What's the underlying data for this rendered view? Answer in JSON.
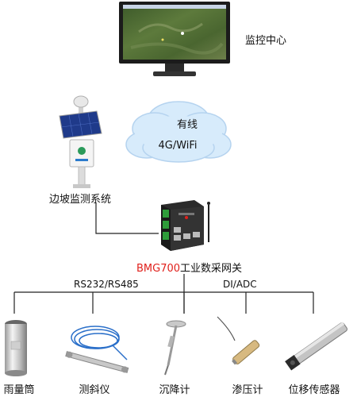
{
  "monitor_center": {
    "label": "监控中心"
  },
  "network": {
    "wired": "有线",
    "wireless": "4G/WiFi"
  },
  "slope_system": {
    "label": "边坡监测系统"
  },
  "gateway": {
    "model": "BMG700",
    "name": "工业数采网关"
  },
  "interfaces": {
    "serial": "RS232/RS485",
    "io": "DI/ADC"
  },
  "devices": [
    {
      "label": "雨量筒"
    },
    {
      "label": "测斜仪"
    },
    {
      "label": "沉降计"
    },
    {
      "label": "渗压计"
    },
    {
      "label": "位移传感器"
    }
  ],
  "colors": {
    "line": "#222222",
    "cloud_fill": "#d7ebfb",
    "cloud_edge": "#b5d3ef",
    "accent": "#e0201b"
  }
}
